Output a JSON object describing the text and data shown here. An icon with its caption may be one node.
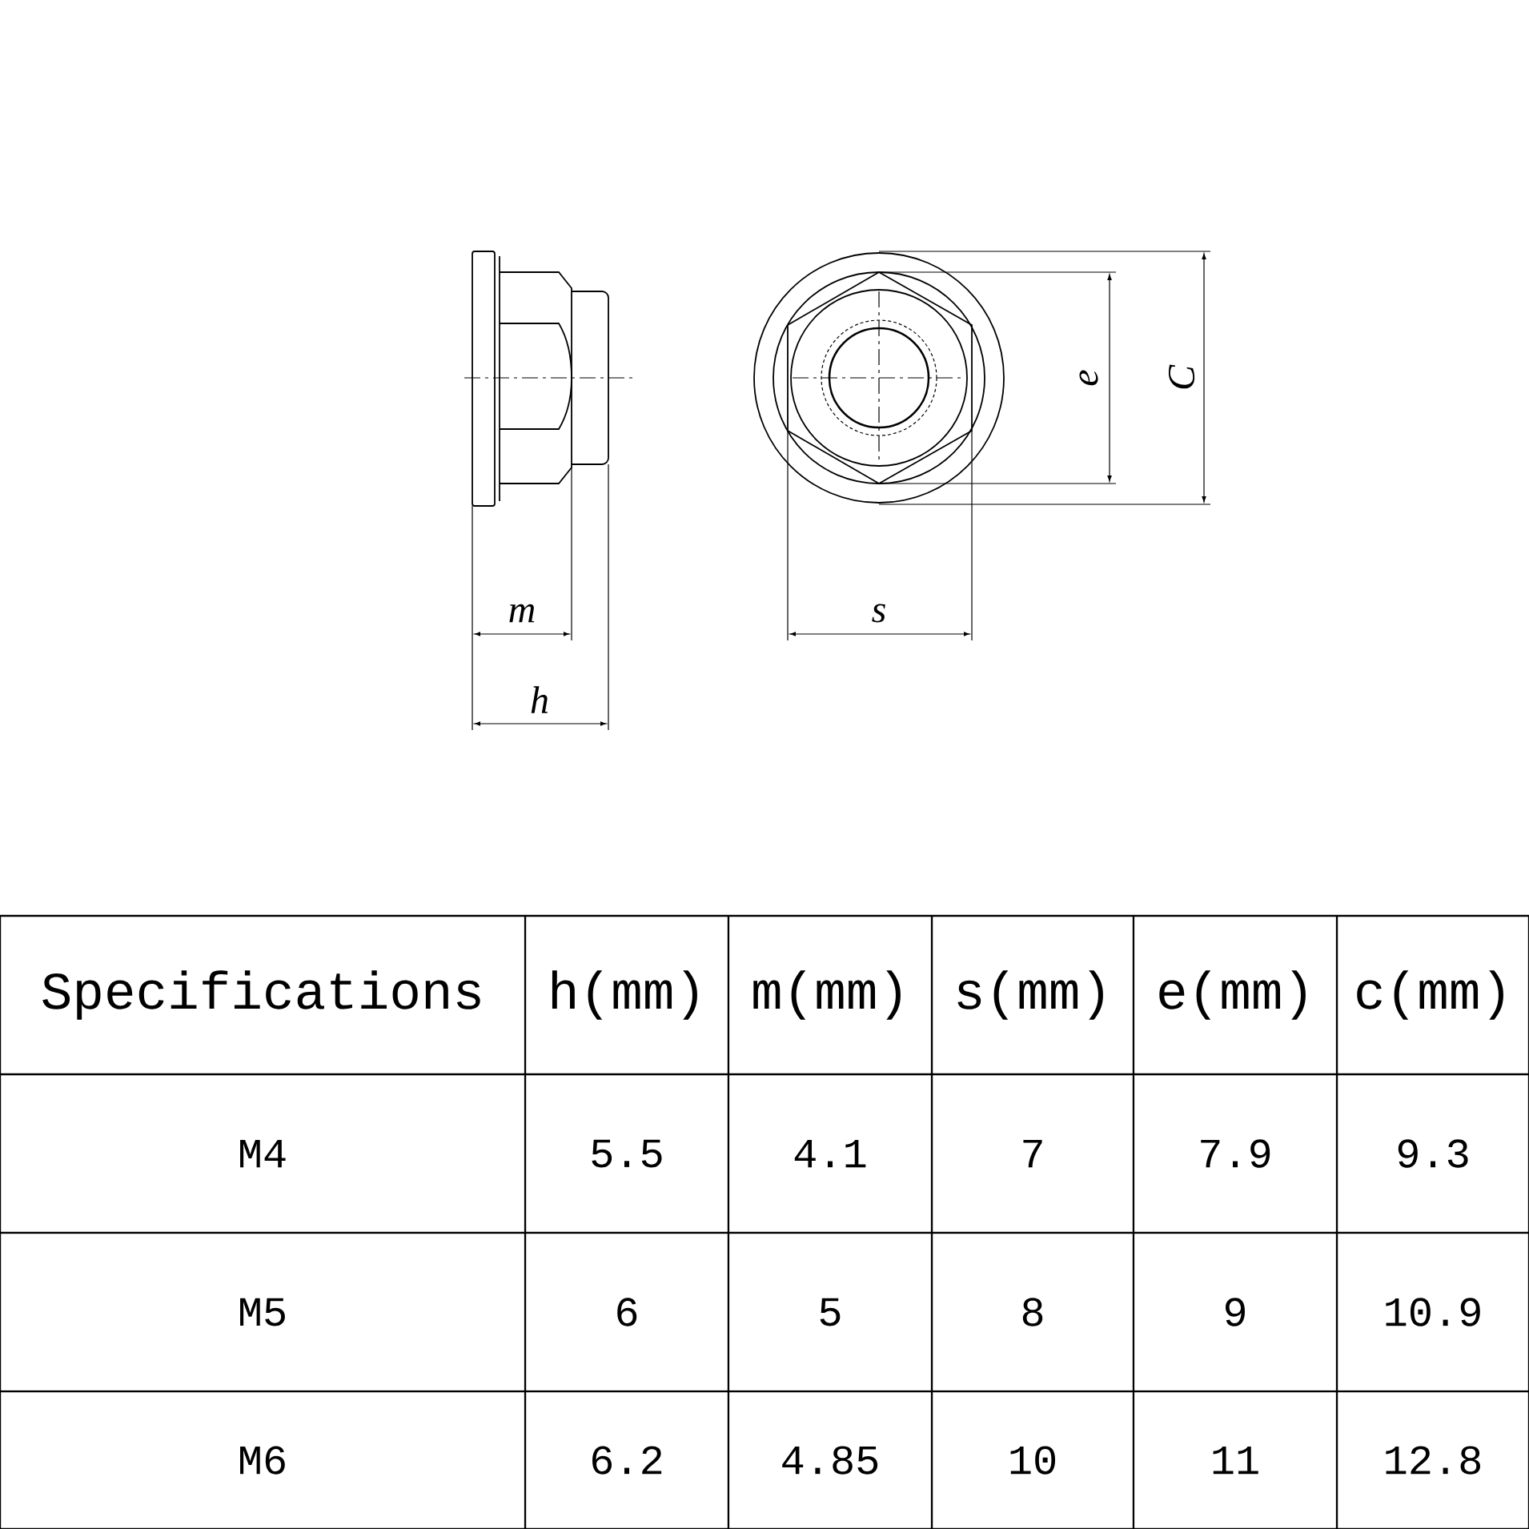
{
  "diagram": {
    "labels": [
      "m",
      "h",
      "s",
      "e",
      "C",
      "Specifications",
      "h(mm)",
      "m(mm)",
      "s(mm)",
      "e(mm)",
      "c(mm)",
      "M4",
      "5.5",
      "4.1",
      "7",
      "7.9",
      "9.3",
      "M5",
      "6",
      "5",
      "8",
      "9",
      "10.9",
      "M6",
      "6.2",
      "4.85",
      "10",
      "11",
      "12.8"
    ]
  }
}
